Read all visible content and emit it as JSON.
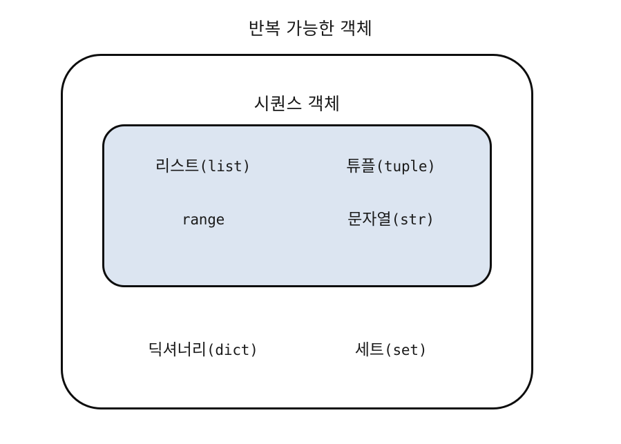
{
  "diagram": {
    "outer": {
      "title": "반복 가능한 객체",
      "border_color": "#0d0d0d",
      "fill_color": "#ffffff"
    },
    "inner": {
      "title": "시퀀스 객체",
      "border_color": "#0d0d0d",
      "fill_color": "#dce5f1"
    },
    "sequence_items": [
      {
        "ko": "리스트",
        "en": "(list)"
      },
      {
        "ko": "튜플",
        "en": "(tuple)"
      },
      {
        "ko": "",
        "en": "range"
      },
      {
        "ko": "문자열",
        "en": "(str)"
      }
    ],
    "non_sequence_items": [
      {
        "ko": "딕셔너리",
        "en": "(dict)"
      },
      {
        "ko": "세트",
        "en": "(set)"
      }
    ]
  }
}
